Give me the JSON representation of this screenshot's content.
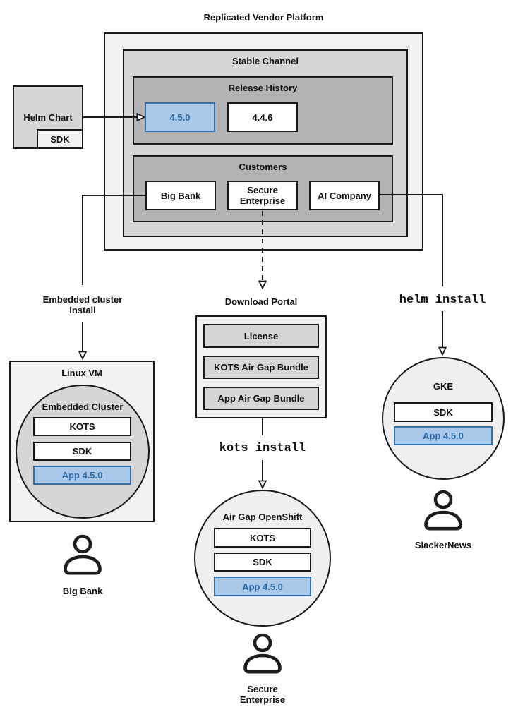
{
  "title": "Replicated Vendor Platform",
  "stable_channel": {
    "title": "Stable Channel",
    "release_history": {
      "title": "Release History",
      "releases": [
        {
          "label": "4.5.0",
          "highlighted": true
        },
        {
          "label": "4.4.6",
          "highlighted": false
        }
      ]
    },
    "customers": {
      "title": "Customers",
      "items": [
        {
          "label": "Big Bank"
        },
        {
          "label": "Secure Enterprise"
        },
        {
          "label": "AI Company"
        }
      ]
    }
  },
  "helm_chart": {
    "title": "Helm Chart",
    "sdk": "SDK"
  },
  "flow_labels": {
    "embedded_install": "Embedded cluster install",
    "download_portal": "Download Portal",
    "kots_install": "kots install",
    "helm_install": "helm install"
  },
  "linux_vm": {
    "title": "Linux VM",
    "embedded_cluster": {
      "title": "Embedded Cluster",
      "components": [
        {
          "label": "KOTS",
          "highlighted": false
        },
        {
          "label": "SDK",
          "highlighted": false
        },
        {
          "label": "App 4.5.0",
          "highlighted": true
        }
      ]
    },
    "user": "Big Bank"
  },
  "download_portal": {
    "items": [
      {
        "label": "License"
      },
      {
        "label": "KOTS Air Gap Bundle"
      },
      {
        "label": "App Air Gap Bundle"
      }
    ]
  },
  "openshift": {
    "title": "Air Gap OpenShift",
    "components": [
      {
        "label": "KOTS",
        "highlighted": false
      },
      {
        "label": "SDK",
        "highlighted": false
      },
      {
        "label": "App 4.5.0",
        "highlighted": true
      }
    ],
    "user": "Secure Enterprise"
  },
  "gke": {
    "title": "GKE",
    "components": [
      {
        "label": "SDK",
        "highlighted": false
      },
      {
        "label": "App 4.5.0",
        "highlighted": true
      }
    ],
    "user": "SlackerNews"
  },
  "colors": {
    "accent_fill": "#aac8ea",
    "accent_border": "#3570ab",
    "accent_text": "#2d6ba6",
    "gray_light": "#f2f2f2",
    "gray_mid": "#d6d6d6",
    "gray_dark": "#b3b3b3",
    "circle_fill": "#efefef"
  }
}
